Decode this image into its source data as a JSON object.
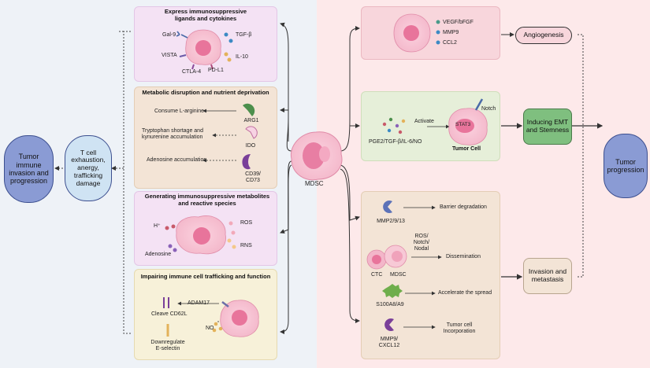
{
  "center": {
    "label": "MDSC"
  },
  "left_outcome": {
    "label": "Tumor immune invasion and progression"
  },
  "tcell": {
    "label": "T cell exhaustion, anergy, trafficking damage"
  },
  "right_outcome": {
    "label": "Tumor progression"
  },
  "panel1": {
    "title": "Express immunosuppressive ligands and cytokines",
    "labels": {
      "gal9": "Gal-9",
      "vista": "VISTA",
      "ctla4": "CTLA-4",
      "pdl1": "PD-L1",
      "tgfb": "TGF-β",
      "il10": "IL-10"
    }
  },
  "panel2": {
    "title": "Metabolic disruption and nutrient deprivation",
    "items": [
      {
        "effect": "Consume L-arginine",
        "enzyme": "ARG1"
      },
      {
        "effect": "Tryptophan shortage and kynurenine accumulation",
        "enzyme": "IDO"
      },
      {
        "effect": "Adenosine accumulation",
        "enzyme": "CD39/ CD73"
      }
    ]
  },
  "panel3": {
    "title": "Generating immunosuppressive metabolites and  reactive species",
    "labels": {
      "h": "H⁺",
      "adenosine": "Adenosine",
      "ros": "ROS",
      "rns": "RNS"
    }
  },
  "panel4": {
    "title": "Impairing immune cell trafficking and function",
    "labels": {
      "adam17": "ADAM17",
      "cleave": "Cleave CD62L",
      "no": "NO",
      "downregulate": "Downregulate E-selectin"
    }
  },
  "panel5": {
    "factors": [
      "VEGF/bFGF",
      "MMP9",
      "CCL2"
    ]
  },
  "angiogenesis": {
    "label": "Angiogenesis"
  },
  "panel6": {
    "factors": "PGE2/TGF-β/IL-6/NO",
    "activate": "Activate",
    "stat3": "STAT3",
    "notch": "Notch",
    "tumor_cell": "Tumor Cell"
  },
  "emt": {
    "label": "Inducing EMT and Stemness"
  },
  "panel7": {
    "mmp": "MMP2/9/13",
    "barrier": "Barrier degradation",
    "signals": "ROS/ Notch/ Nodal",
    "ctc": "CTC",
    "mdsc": "MDSC",
    "dissemination": "Dissemination",
    "s100": "S100A8/A9",
    "accelerate": "Accelerate the spread",
    "cxcl12": "MMP9/ CXCL12",
    "incorporation": "Tumor cell Incorporation"
  },
  "invasion": {
    "label": "Invasion and metastasis"
  },
  "colors": {
    "left_bg": "#eef2f7",
    "right_bg": "#fde9ea",
    "outcome_fill": "#8a9bd4",
    "tcell_fill": "#cfe3f3",
    "emt_fill": "#7fbf7f",
    "mdsc_pink": "#f2a6bf"
  }
}
